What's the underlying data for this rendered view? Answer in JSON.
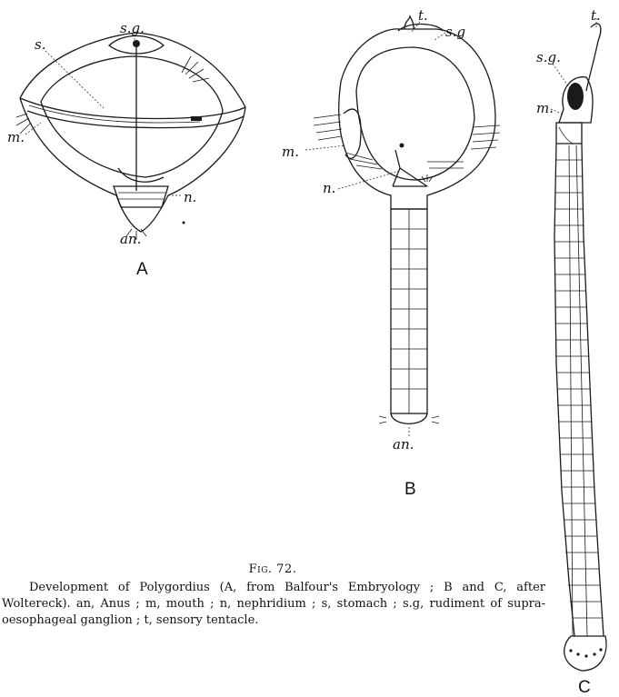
{
  "labels": {
    "A": {
      "sg": "s.g.",
      "s": "s.",
      "m": "m.",
      "n": "n.",
      "an": "an.",
      "panel": "A"
    },
    "B": {
      "t": "t.",
      "sg": "s.g",
      "m": "m.",
      "n": "n.",
      "an": "an.",
      "panel": "B"
    },
    "C": {
      "t": "t.",
      "sg": "s.g.",
      "m": "m.",
      "panel": "C"
    }
  },
  "caption": {
    "figure_number": "Fig. 72.",
    "text": "Development of Polygordius (A, from Balfour's Embryology ; B and C, after Woltereck). an, Anus ; m, mouth ; n, nephridium ; s, stomach ; s.g, rudiment of supra-oesophageal ganglion ; t, sensory tentacle."
  }
}
